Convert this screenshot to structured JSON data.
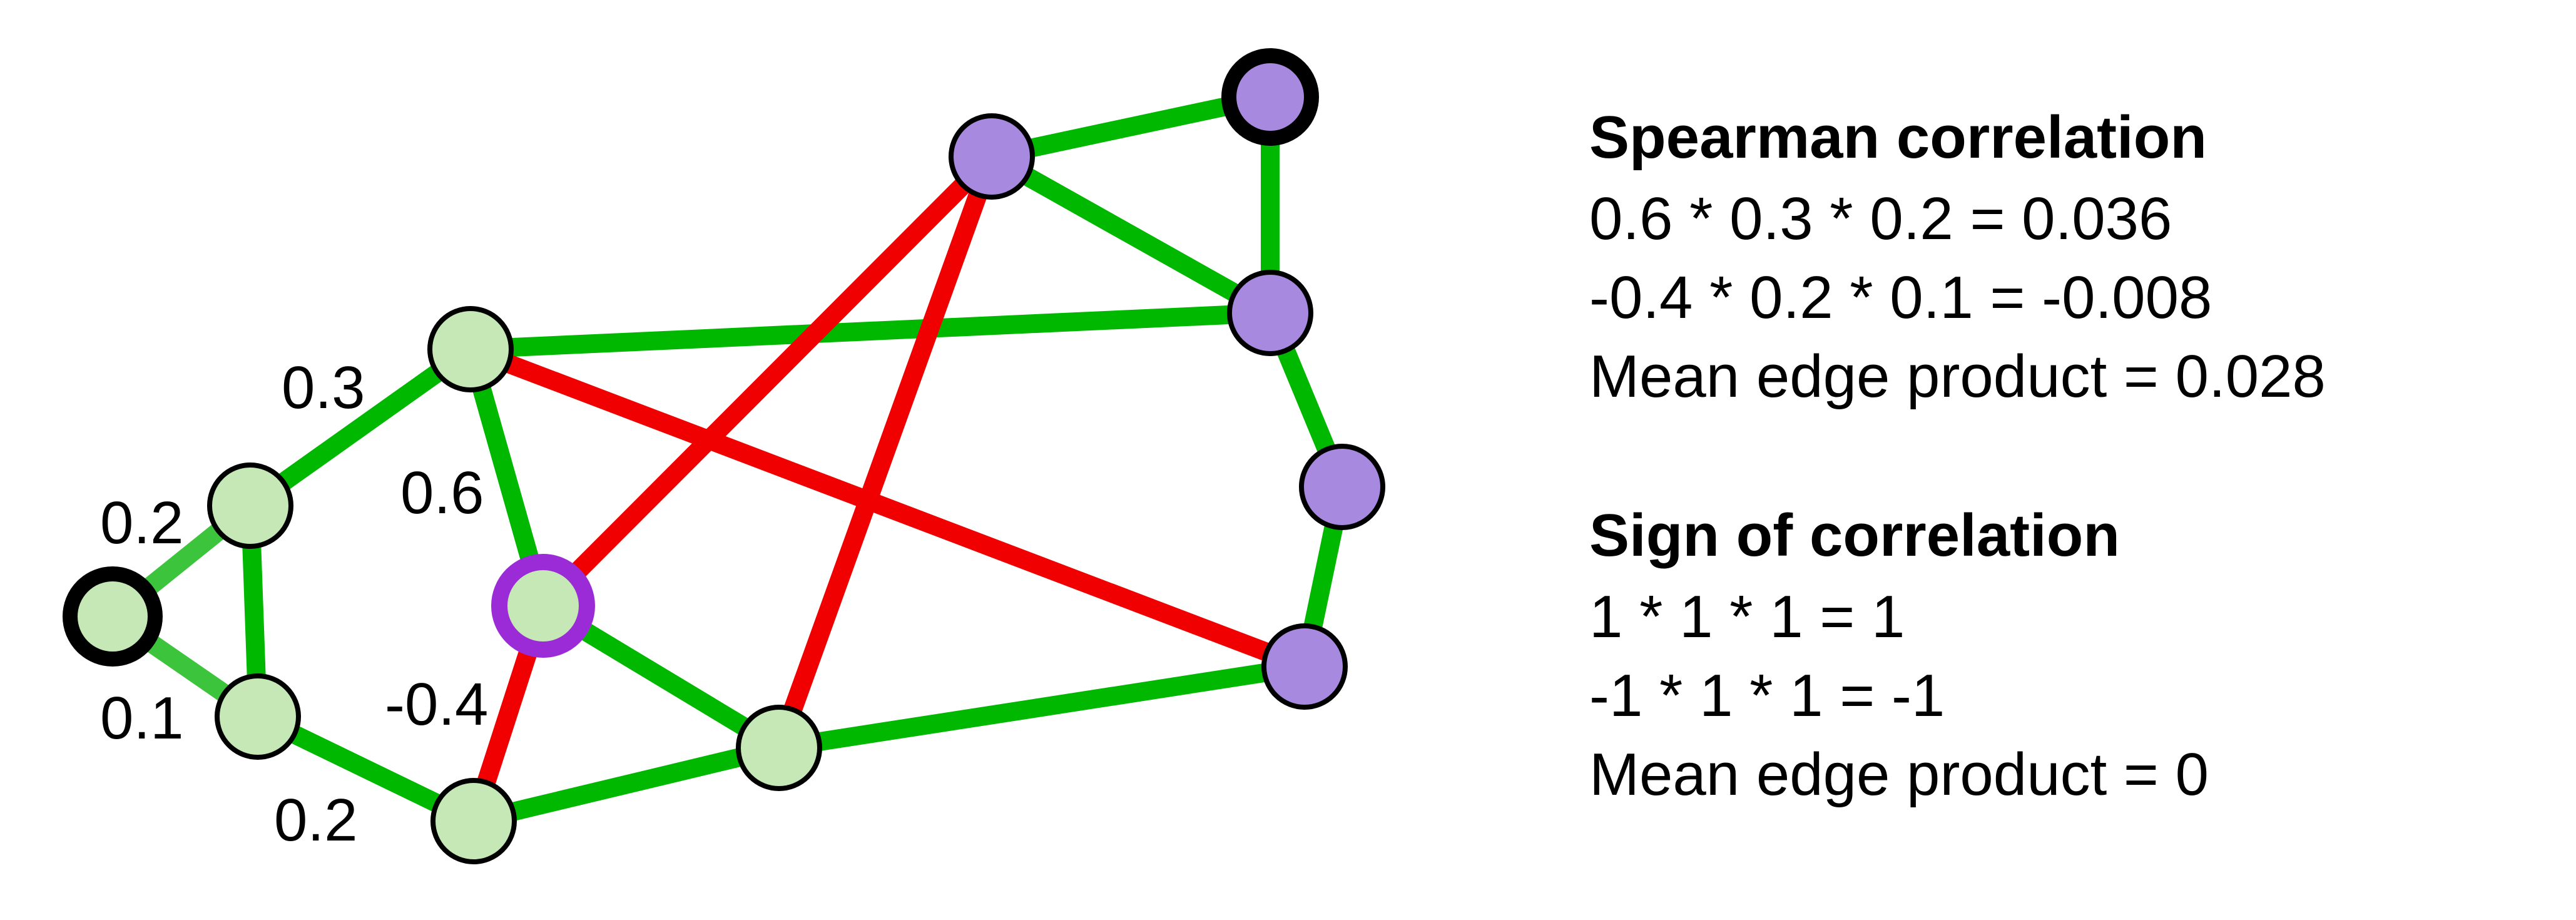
{
  "colors": {
    "positive_edge": "#00b800",
    "negative_edge": "#f00000",
    "light_positive_edge": "#3cc43c",
    "green_node_fill": "#c5e8b6",
    "purple_node_fill": "#a889e0",
    "source_node_border": "#9a2bd6",
    "endpoint_node_border": "#000000"
  },
  "edge_labels": [
    "0.3",
    "0.2",
    "0.6",
    "-0.4",
    "0.1",
    "0.2"
  ],
  "spearman": {
    "title": "Spearman correlation",
    "lines": [
      "0.6 * 0.3 * 0.2 = 0.036",
      "-0.4 * 0.2 * 0.1 = -0.008",
      "Mean edge product = 0.028"
    ]
  },
  "sign": {
    "title": "Sign of correlation",
    "lines": [
      "1 * 1 * 1 = 1",
      "-1 * 1 * 1 = -1",
      "Mean edge product = 0"
    ]
  }
}
